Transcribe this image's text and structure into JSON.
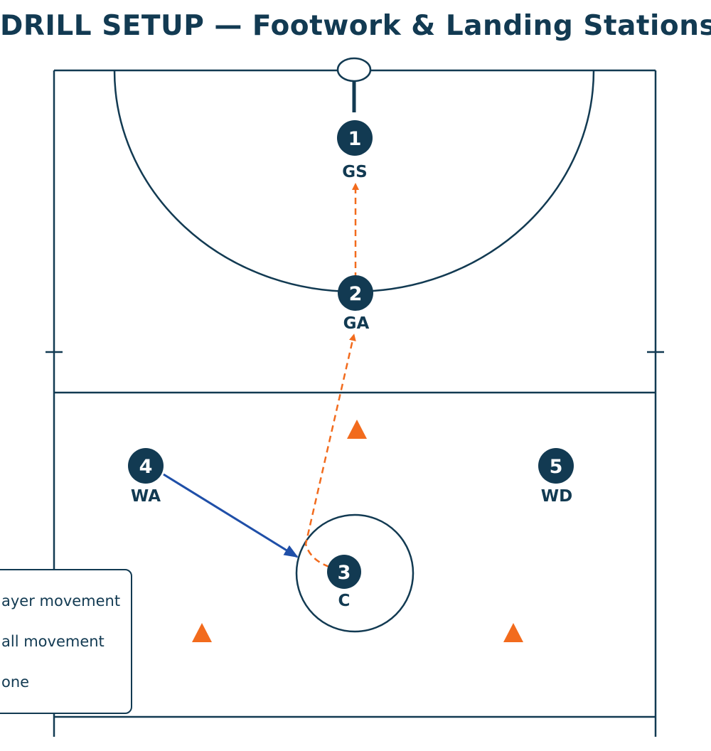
{
  "title": "DRILL SETUP — Footwork & Landing Stations",
  "players": [
    {
      "number": "1",
      "position": "GS"
    },
    {
      "number": "2",
      "position": "GA"
    },
    {
      "number": "3",
      "position": "C"
    },
    {
      "number": "4",
      "position": "WA"
    },
    {
      "number": "5",
      "position": "WD"
    }
  ],
  "legend": {
    "player_movement": "ayer movement",
    "ball_movement": "all movement",
    "cone": "one"
  },
  "colors": {
    "court_line": "#123a52",
    "player_fill": "#123a52",
    "player_movement": "#1f4fa8",
    "ball_movement": "#f26b1d",
    "cone": "#f26b1d"
  }
}
